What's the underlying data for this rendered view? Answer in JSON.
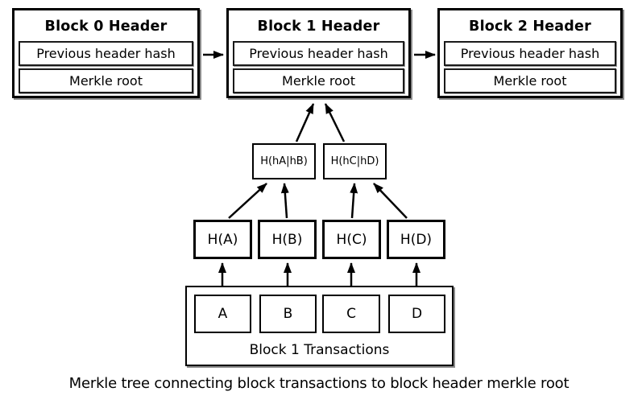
{
  "diagram": {
    "caption": "Merkle tree connecting block transactions to block header merkle root",
    "headers": [
      {
        "title": "Block 0 Header",
        "fields": [
          "Previous header hash",
          "Merkle root"
        ]
      },
      {
        "title": "Block 1 Header",
        "fields": [
          "Previous header hash",
          "Merkle root"
        ]
      },
      {
        "title": "Block 2 Header",
        "fields": [
          "Previous header hash",
          "Merkle root"
        ]
      }
    ],
    "merkle": {
      "level2": [
        "H(hA|hB)",
        "H(hC|hD)"
      ],
      "level1": [
        "H(A)",
        "H(B)",
        "H(C)",
        "H(D)"
      ]
    },
    "transactions": {
      "label": "Block 1 Transactions",
      "items": [
        "A",
        "B",
        "C",
        "D"
      ]
    },
    "colors": {
      "line": "#000000",
      "background": "#ffffff",
      "shadow": "#8a8a8a"
    }
  }
}
